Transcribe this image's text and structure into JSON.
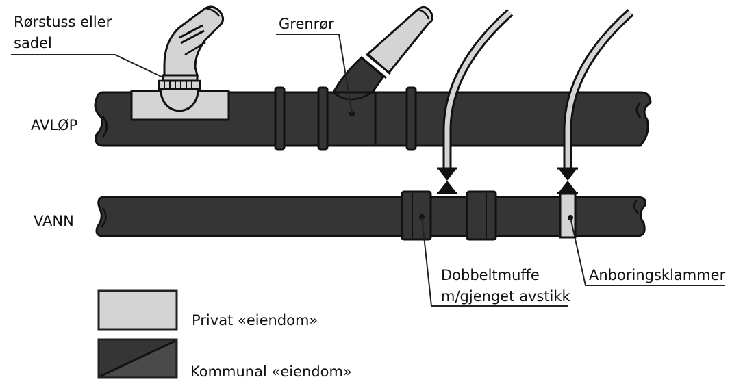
{
  "labels": {
    "saddle_line1": "Rørstuss eller",
    "saddle_line2": "sadel",
    "branch": "Grenrør",
    "sewer": "AVLØP",
    "water": "VANN",
    "double_socket_line1": "Dobbeltmuffe",
    "double_socket_line2": "m/gjenget avstikk",
    "tapping_clamp": "Anboringsklammer"
  },
  "legend": [
    {
      "label": "Privat «eiendom»",
      "color": "#d4d4d4"
    },
    {
      "label": "Kommunal «eiendom»",
      "color": "#353535"
    }
  ],
  "colors": {
    "municipal": "#353535",
    "private": "#d4d4d4",
    "outline": "#111111"
  }
}
